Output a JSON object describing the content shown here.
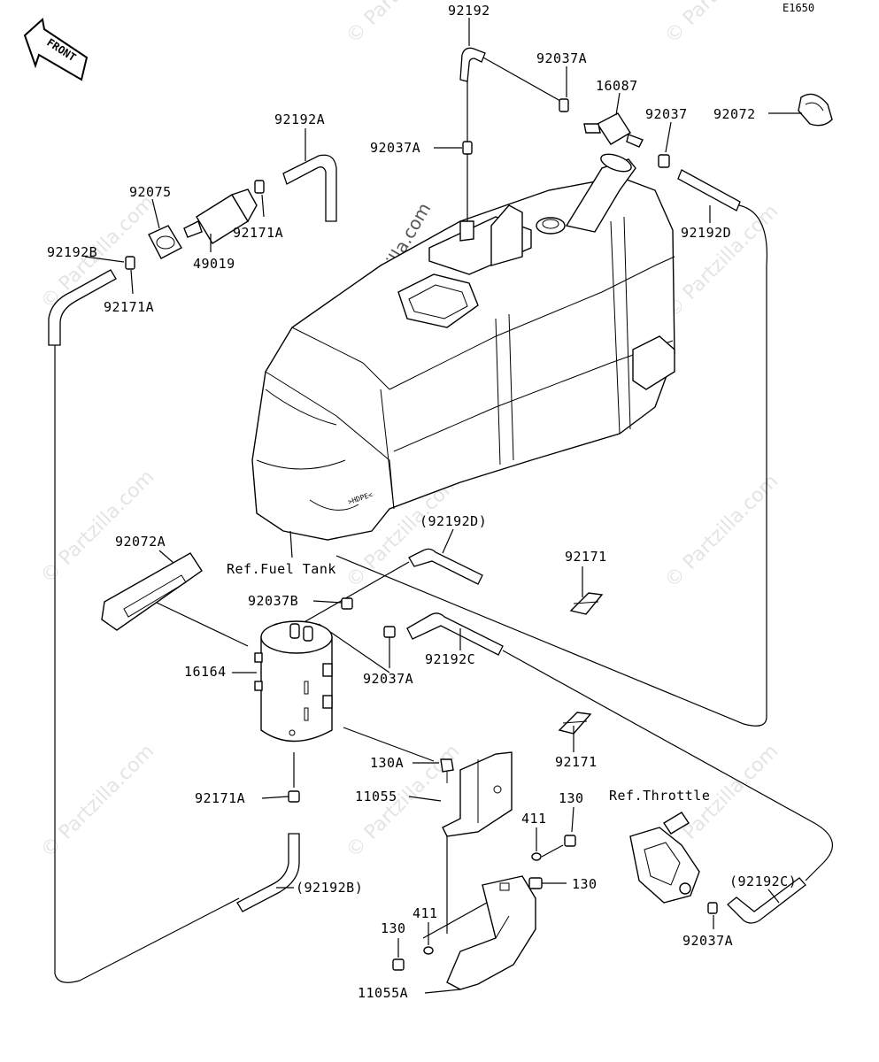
{
  "diagram_code": "E1650",
  "front_label": "FRONT",
  "watermark": "© Partzilla.com",
  "tank_marking": ">HDPE<",
  "labels": {
    "p92192": "92192",
    "p92037A_top": "92037A",
    "p16087": "16087",
    "p92037": "92037",
    "p92072": "92072",
    "p92192A": "92192A",
    "p92037A_mid": "92037A",
    "p92075": "92075",
    "p92171A_top": "92171A",
    "p49019": "49019",
    "p92192B": "92192B",
    "p92171A_left": "92171A",
    "p92192D": "92192D",
    "ref_fuel_tank": "Ref.Fuel Tank",
    "p92192D_ref": "(92192D)",
    "p92072A": "92072A",
    "p92171_a": "92171",
    "p92037B": "92037B",
    "p92192C": "92192C",
    "p92037A_low": "92037A",
    "p16164": "16164",
    "p92171_b": "92171",
    "p130A": "130A",
    "p11055": "11055",
    "p92171A_low": "92171A",
    "p411_a": "411",
    "p130_a": "130",
    "ref_throttle": "Ref.Throttle",
    "p130_b": "130",
    "p92192C_ref": "(92192C)",
    "p411_b": "411",
    "p130_c": "130",
    "p92192B_ref": "(92192B)",
    "p92037A_bottom": "92037A",
    "p11055A": "11055A"
  }
}
